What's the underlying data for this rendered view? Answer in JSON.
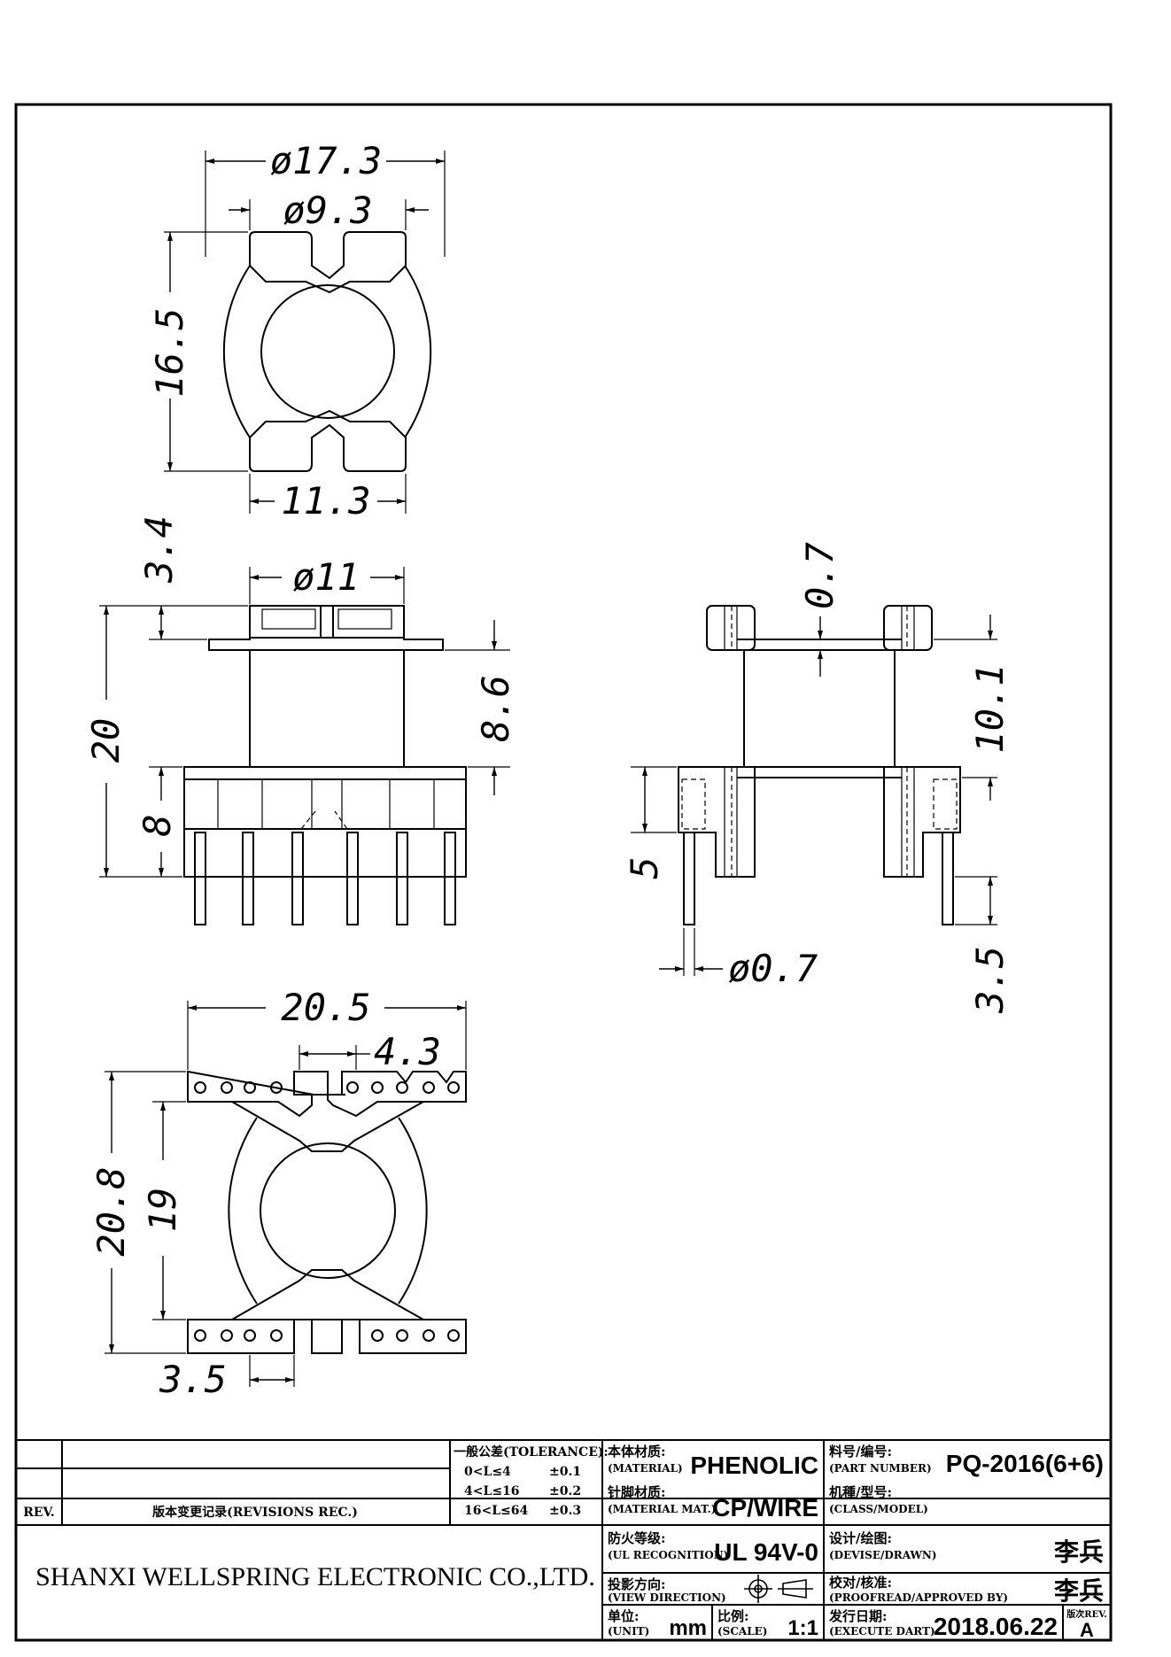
{
  "drawing": {
    "top_view": {
      "dims": {
        "outer_diameter": "ø17.3",
        "inner_diameter": "ø9.3",
        "height": "16.5",
        "base_width": "11.3"
      }
    },
    "front_view": {
      "dims": {
        "top_height": "3.4",
        "core_diameter": "ø11",
        "total_height": "20",
        "middle_height": "8.6",
        "base_height": "8"
      }
    },
    "side_view": {
      "dims": {
        "flange_thickness": "0.7",
        "winding_height": "10.1",
        "pin_standoff": "5",
        "pin_length": "3.5",
        "pin_diameter": "ø0.7"
      }
    },
    "bottom_view": {
      "dims": {
        "overall_width": "20.5",
        "pin_pitch_center": "4.3",
        "overall_height": "20.8",
        "inner_height": "19",
        "pin_pitch": "3.5"
      }
    }
  },
  "title_block": {
    "rev_label": "REV.",
    "revisions_label": "版本变更记录(REVISIONS REC.)",
    "tolerance": {
      "label": "一般公差(TOLERANCE):",
      "rows": [
        {
          "range": "0<L≤4",
          "value": "±0.1"
        },
        {
          "range": "4<L≤16",
          "value": "±0.2"
        },
        {
          "range": "16<L≤64",
          "value": "±0.3"
        }
      ]
    },
    "material": {
      "label_cn": "本体材质:",
      "label_en": "(MATERIAL)",
      "value": "PHENOLIC"
    },
    "pin_material": {
      "label_cn": "针脚材质:",
      "label_en": "(MATERIAL MAT.)",
      "value": "CP/WIRE"
    },
    "flame_rating": {
      "label_cn": "防火等级:",
      "label_en": "(UL RECOGNITION)",
      "value": "UL 94V-0"
    },
    "view_direction": {
      "label_cn": "投影方向:",
      "label_en": "(VIEW DIRECTION)"
    },
    "unit": {
      "label_cn": "单位:",
      "label_en": "(UNIT)",
      "value": "mm"
    },
    "scale": {
      "label_cn": "比例:",
      "label_en": "(SCALE)",
      "value": "1:1"
    },
    "part_number": {
      "label_cn": "料号/编号:",
      "label_en": "(PART NUMBER)",
      "value": "PQ-2016(6+6)"
    },
    "model": {
      "label_cn": "机種/型号:",
      "label_en": "(CLASS/MODEL)"
    },
    "designer": {
      "label_cn": "设计/绘图:",
      "label_en": "(DEVISE/DRAWN)",
      "value": "李兵"
    },
    "approver": {
      "label_cn": "校对/核准:",
      "label_en": "(PROOFREAD/APPROVED BY)",
      "value": "李兵"
    },
    "execute_date": {
      "label_cn": "发行日期:",
      "label_en": "(EXECUTE DART)",
      "value": "2018.06.22"
    },
    "revision": {
      "label": "版次REV.",
      "value": "A"
    },
    "company": "SHANXI WELLSPRING ELECTRONIC CO.,LTD."
  }
}
